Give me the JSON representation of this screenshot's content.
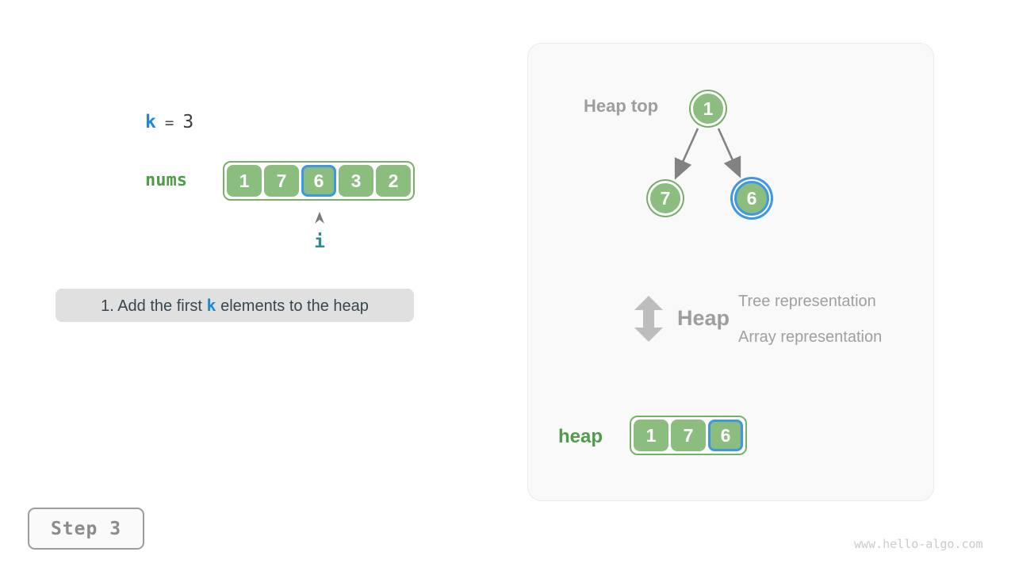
{
  "colors": {
    "green_fill": "#8bbd7f",
    "green_border": "#77b169",
    "green_ring": "#74ad67",
    "green_text": "#4f9d4a",
    "blue_accent": "#3f96e4",
    "blue_text": "#2088d2",
    "teal_text": "#2b8a96",
    "gray_label": "#9e9e9e",
    "arrow_gray": "#828282",
    "caption_bg": "#e0e0e0",
    "caption_text": "#37474f",
    "panel_bg": "#f9f9f9"
  },
  "left": {
    "k_var": "k",
    "equals": "=",
    "k_value": "3",
    "nums_label": "nums",
    "nums_values": [
      "1",
      "7",
      "6",
      "3",
      "2"
    ],
    "nums_highlight_index": 2,
    "pointer_label": "i",
    "caption_prefix": "1. Add the first ",
    "caption_k": "k",
    "caption_suffix": " elements to the heap"
  },
  "panel": {
    "heap_top_label": "Heap top",
    "tree": {
      "root": "1",
      "left_child": "7",
      "right_child": "6",
      "highlighted_node": "6"
    },
    "heap_word": "Heap",
    "tree_representation": "Tree representation",
    "array_representation": "Array representation",
    "heap_label": "heap",
    "heap_values": [
      "1",
      "7",
      "6"
    ],
    "heap_highlight_index": 2
  },
  "footer": {
    "step_label": "Step 3",
    "watermark": "www.hello-algo.com"
  }
}
